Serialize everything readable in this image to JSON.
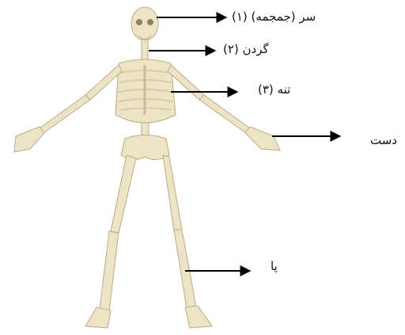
{
  "labels": {
    "skull": "سر (جمجمه) (۱)",
    "neck": "گردن (۲)",
    "torso": "تنه (۳)",
    "hand": "دست",
    "leg": "پا"
  },
  "colors": {
    "bone": "#ece4c4",
    "bone_outline": "#b9ad86",
    "arrow": "#000000"
  }
}
